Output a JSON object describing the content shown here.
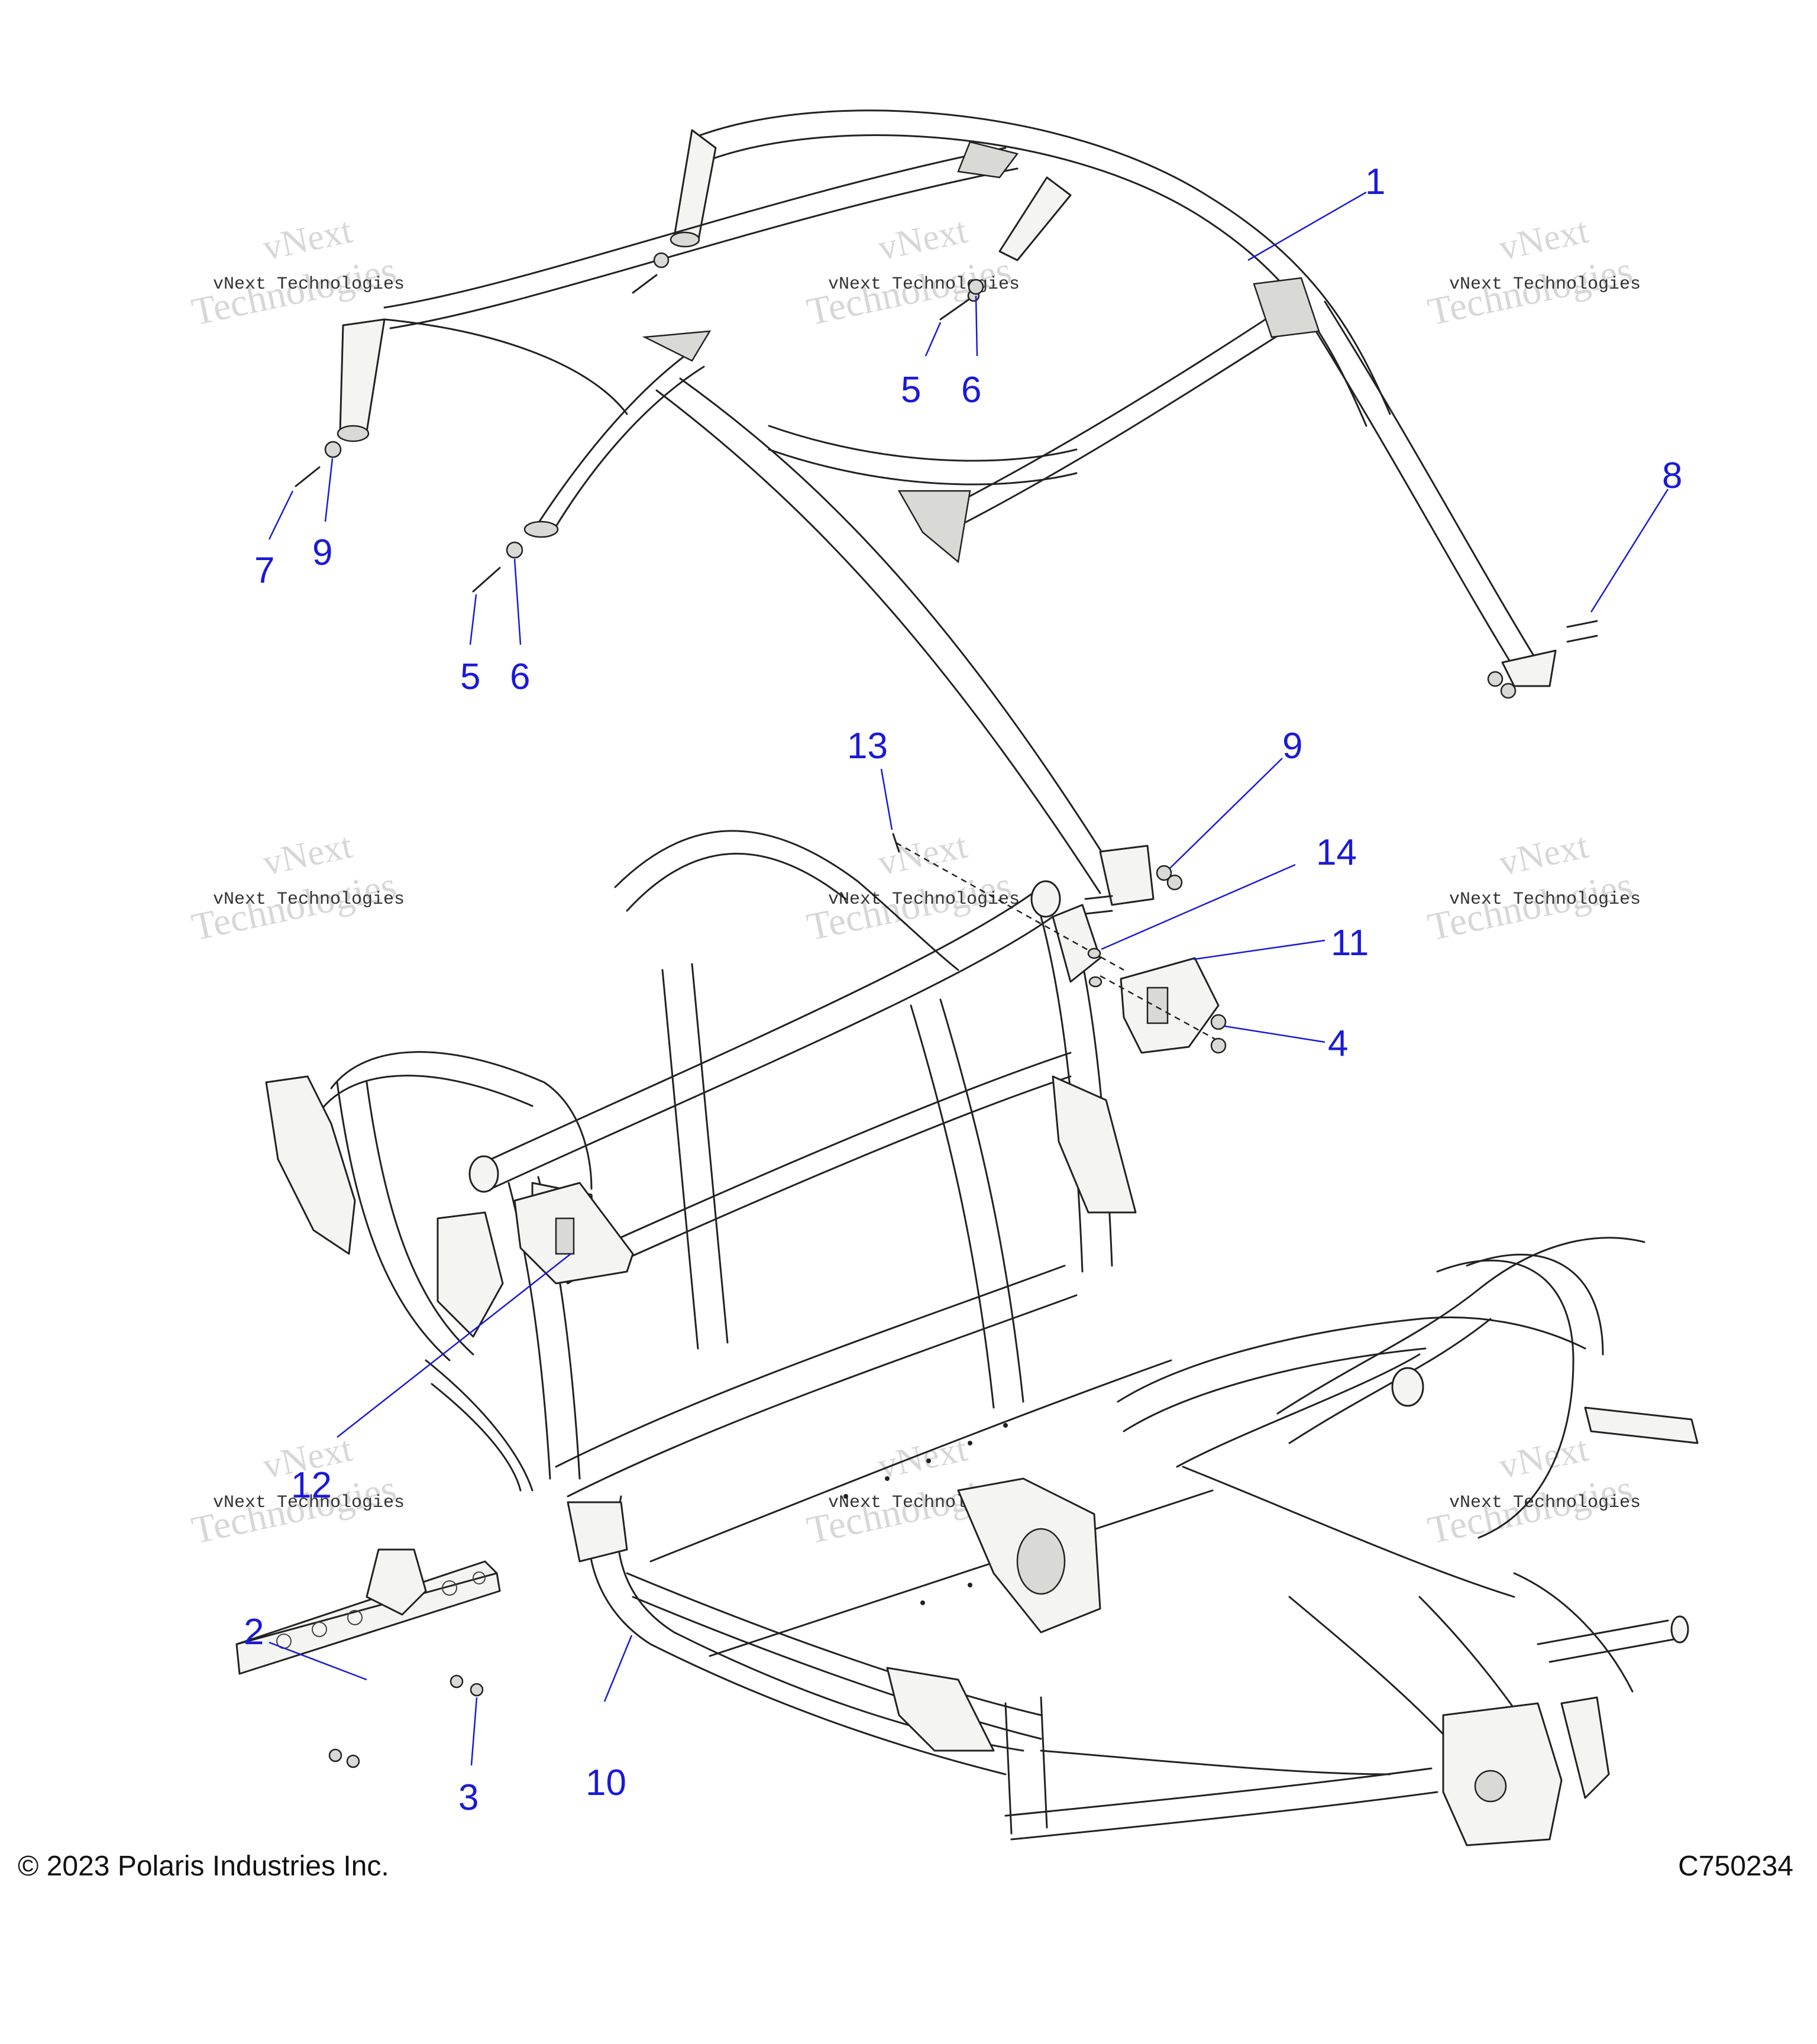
{
  "callouts": {
    "c1": "1",
    "c2": "2",
    "c3": "3",
    "c4": "4",
    "c5a": "5",
    "c5b": "5",
    "c6a": "6",
    "c6b": "6",
    "c7": "7",
    "c8": "8",
    "c9a": "9",
    "c9b": "9",
    "c10": "10",
    "c11": "11",
    "c12": "12",
    "c13": "13",
    "c14": "14"
  },
  "watermark": {
    "line1": "vNext Technologies",
    "line2": "Technologies",
    "line3": "vNext"
  },
  "footer": {
    "copyright": "© 2023 Polaris Industries Inc.",
    "figure_code": "C750234"
  },
  "colors": {
    "callout": "#1a1ad8",
    "linework": "#222222",
    "tube_fill": "#f4f4f2"
  }
}
